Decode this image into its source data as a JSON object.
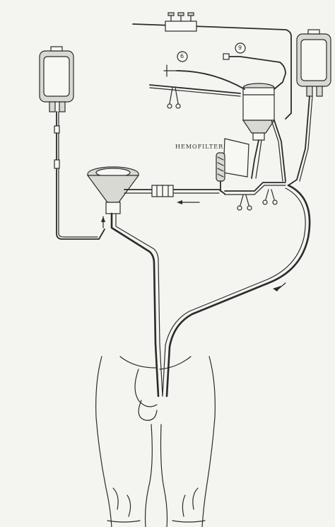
{
  "labels": {
    "hemofilter": "HEMOFILTER",
    "circle_6": "6",
    "circle_9": "9"
  },
  "colors": {
    "ink": "#2b2b2b",
    "paper": "#f4f4f1",
    "shade": "#d9d9d4"
  },
  "icons": [
    "arrow-icon",
    "clamp-icon"
  ]
}
